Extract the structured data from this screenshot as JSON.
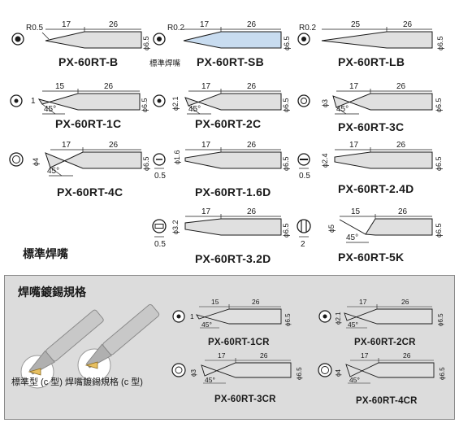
{
  "colors": {
    "shank": "#e0e0e0",
    "highlight": "#c8dcf0",
    "panel": "#dcdcdc",
    "line": "#1a1a1a"
  },
  "side_title": "標準焊嘴",
  "sb_note": "標準焊嘴",
  "tips": [
    {
      "id": "b",
      "label": "PX-60RT-B",
      "dims": [
        "R0.5",
        "17",
        "26"
      ],
      "dia": "ϕ6.5"
    },
    {
      "id": "sb",
      "label": "PX-60RT-SB",
      "dims": [
        "R0.2",
        "17",
        "26"
      ],
      "dia": "ϕ6.5"
    },
    {
      "id": "lb",
      "label": "PX-60RT-LB",
      "dims": [
        "R0.2",
        "25",
        "26"
      ],
      "dia": "ϕ6.5"
    },
    {
      "id": "1c",
      "label": "PX-60RT-1C",
      "dims": [
        "15",
        "26",
        "1",
        "45°"
      ],
      "dia": "ϕ6.5"
    },
    {
      "id": "2c",
      "label": "PX-60RT-2C",
      "dims": [
        "17",
        "26",
        "ϕ2.1",
        "45°"
      ],
      "dia": "ϕ6.5"
    },
    {
      "id": "3c",
      "label": "PX-60RT-3C",
      "dims": [
        "17",
        "26",
        "ϕ3",
        "45°"
      ],
      "dia": "ϕ6.5"
    },
    {
      "id": "4c",
      "label": "PX-60RT-4C",
      "dims": [
        "17",
        "26",
        "ϕ4",
        "45°"
      ],
      "dia": "ϕ6.5"
    },
    {
      "id": "16d",
      "label": "PX-60RT-1.6D",
      "dims": [
        "17",
        "26",
        "ϕ1.6",
        "0.5"
      ],
      "dia": "ϕ6.5"
    },
    {
      "id": "24d",
      "label": "PX-60RT-2.4D",
      "dims": [
        "17",
        "26",
        "ϕ2.4",
        "0.5"
      ],
      "dia": "ϕ6.5"
    },
    {
      "id": "32d",
      "label": "PX-60RT-3.2D",
      "dims": [
        "17",
        "26",
        "ϕ3.2",
        "0.5"
      ],
      "dia": "ϕ6.5"
    },
    {
      "id": "5k",
      "label": "PX-60RT-5K",
      "dims": [
        "15",
        "26",
        "ϕ5",
        "45°",
        "2"
      ],
      "dia": "ϕ6.5"
    }
  ],
  "panel": {
    "title": "焊嘴鍍錫規格",
    "caption": "標準型 (c 型) 焊嘴鍍錫規格 (c 型)",
    "tips": [
      {
        "id": "1cr",
        "label": "PX-60RT-1CR",
        "dims": [
          "15",
          "26",
          "1",
          "45°"
        ],
        "dia": "ϕ6.5"
      },
      {
        "id": "2cr",
        "label": "PX-60RT-2CR",
        "dims": [
          "17",
          "26",
          "ϕ2.1",
          "45°"
        ],
        "dia": "ϕ6.5"
      },
      {
        "id": "3cr",
        "label": "PX-60RT-3CR",
        "dims": [
          "17",
          "26",
          "ϕ3",
          "45°"
        ],
        "dia": "ϕ6.5"
      },
      {
        "id": "4cr",
        "label": "PX-60RT-4CR",
        "dims": [
          "17",
          "26",
          "ϕ4",
          "45°"
        ],
        "dia": "ϕ6.5"
      }
    ]
  }
}
